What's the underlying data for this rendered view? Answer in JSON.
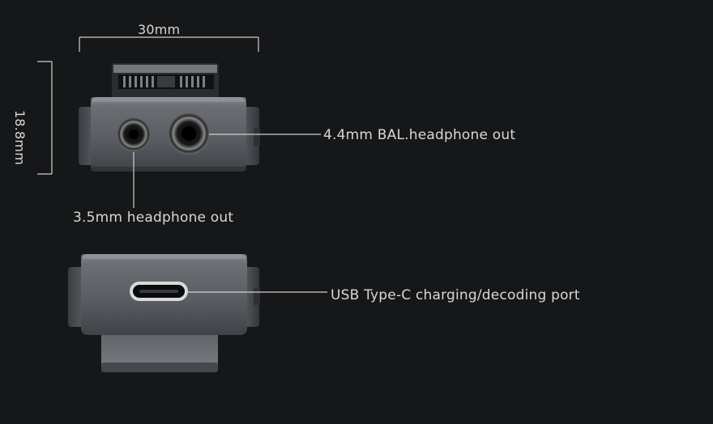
{
  "dimensions": {
    "width": "30mm",
    "height": "18.8mm"
  },
  "callouts": {
    "balanced_out": "4.4mm BAL.headphone out",
    "single_ended_out": "3.5mm headphone out",
    "usb_port": "USB Type-C charging/decoding port"
  },
  "colors": {
    "background": "#161719",
    "body_metal": "#6e7276",
    "body_dark": "#3c3f43",
    "line": "#cfcfcf",
    "text": "#d8d8d8"
  }
}
